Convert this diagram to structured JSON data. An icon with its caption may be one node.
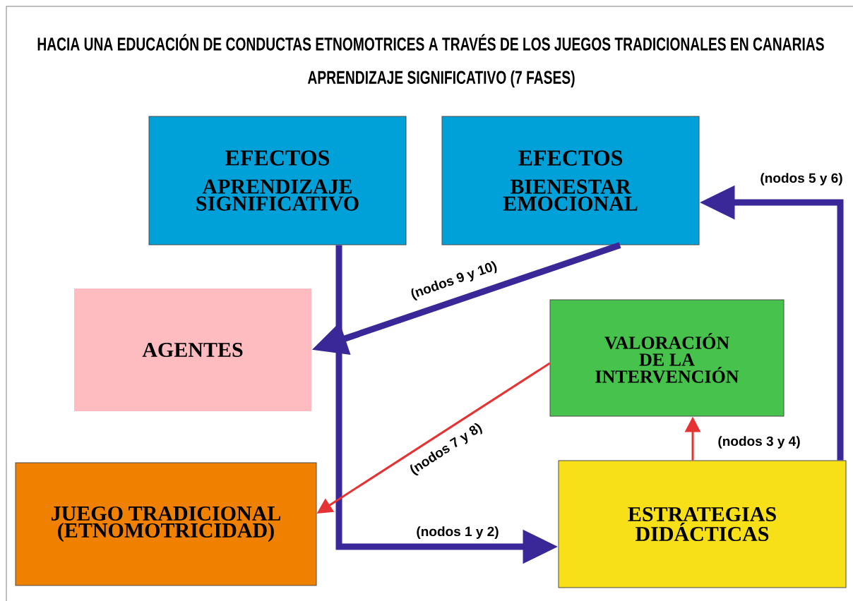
{
  "diagram": {
    "title": "HACIA UNA EDUCACIÓN DE CONDUCTAS ETNOMOTRICES A TRAVÉS DE LOS JUEGOS TRADICIONALES EN CANARIAS",
    "nodes": [
      {
        "text": [
          "EFECTOS",
          "APRENDIZAJE SIGNIFICATIVO"
        ]
      },
      {
        "text": [
          "EFECTOS",
          "BIENESTAR EMOCIONAL"
        ]
      },
      {
        "text": [
          "AGENTES"
        ]
      },
      {
        "text": [
          "VALORACIÓN DE LA INTERVENCIÓN"
        ]
      },
      {
        "text": [
          "JUEGO TRADICIONAL (ETNOMOTRICIDAD)"
        ]
      },
      {
        "text": [
          "ESTRATEGIAS DIDÁCTICAS"
        ]
      }
    ],
    "edges": [
      {
        "from": 0,
        "to": 5,
        "arrow": "to",
        "label": "(nodos 1 y 2)",
        "color": "#3a2898"
      },
      {
        "from": 5,
        "to": 3,
        "arrow": "to",
        "label": "(nodos 3 y 4)",
        "color": "#e53232"
      },
      {
        "from": 5,
        "to": 1,
        "arrow": "to",
        "label": "(nodos 5 y 6)",
        "color": "#3a2898"
      },
      {
        "from": 3,
        "to": 4,
        "arrow": "to",
        "label": "(nodos 7 y 8)",
        "color": "#e53232"
      },
      {
        "from": 1,
        "to": 2,
        "arrow": "to",
        "label": "(nodos  9 y 10)",
        "color": "#3a2898"
      }
    ],
    "labels": [
      "APRENDIZAJE SIGNIFICATIVO  (7 FASES)"
    ]
  }
}
